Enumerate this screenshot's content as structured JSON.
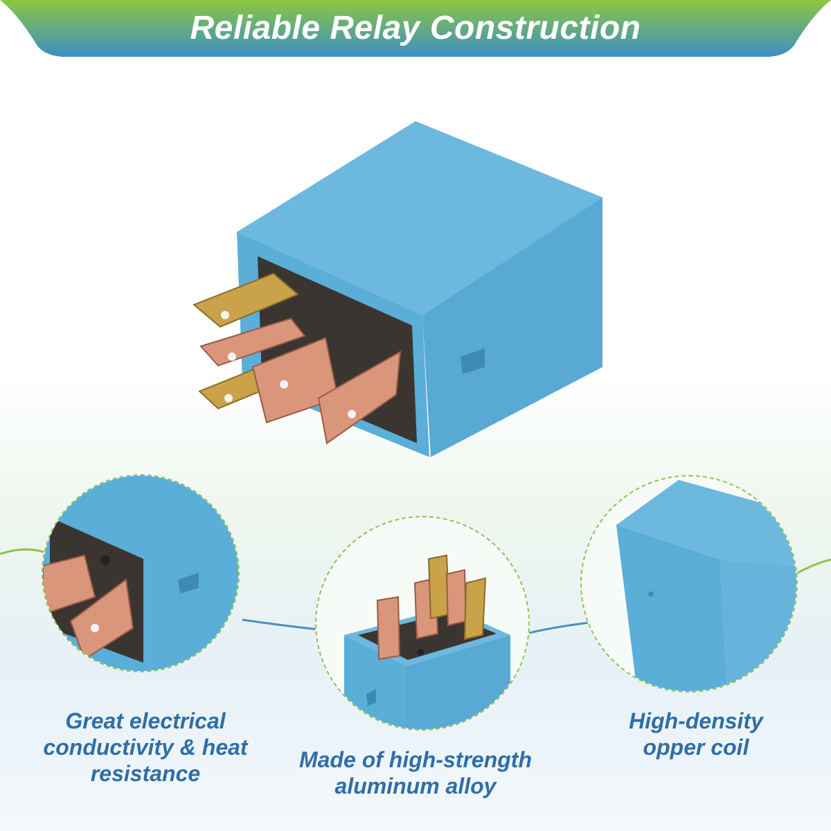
{
  "header": {
    "title": "Reliable Relay Construction"
  },
  "colors": {
    "header_top": "#8cc63f",
    "header_bottom": "#3d8fc4",
    "relay_blue": "#5aaed8",
    "caption_blue": "#2f6ea8",
    "copper": "#d9967a",
    "brass": "#c9a24a",
    "accent_green": "#8cc63f"
  },
  "features": [
    {
      "lines": [
        "Great electrical",
        "conductivity & heat",
        "resistance"
      ]
    },
    {
      "lines": [
        "Made of high-strength",
        "aluminum alloy"
      ]
    },
    {
      "lines": [
        "High-density",
        "opper coil"
      ]
    }
  ]
}
